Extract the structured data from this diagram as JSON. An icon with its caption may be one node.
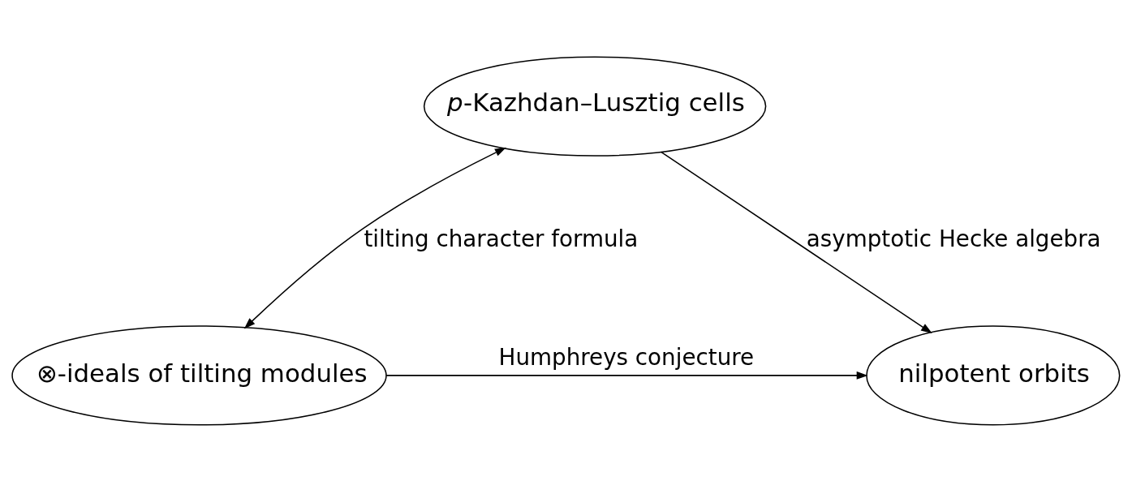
{
  "diagram": {
    "nodes": [
      {
        "text": [
          "*p*-Kazhdan–Lusztig cells"
        ]
      },
      {
        "text": [
          "⊗-ideals of tilting modules"
        ]
      },
      {
        "text": [
          "nilpotent orbits"
        ]
      }
    ],
    "edges": [
      {
        "from": 0,
        "to": 1,
        "arrow": "both",
        "label": "tilting character formula"
      },
      {
        "from": 0,
        "to": 2,
        "arrow": "to",
        "label": "asymptotic Hecke algebra"
      },
      {
        "from": 1,
        "to": 2,
        "arrow": "to",
        "label": "Humphreys conjecture"
      }
    ]
  }
}
